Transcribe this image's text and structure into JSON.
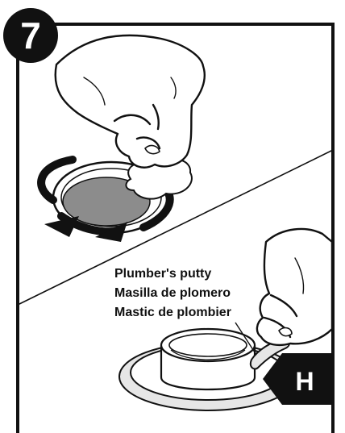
{
  "step": {
    "number": "7"
  },
  "callout": {
    "lines": [
      "Plumber's putty",
      "Masilla de plomero",
      "Mastic de plombier"
    ]
  },
  "part": {
    "letter": "H"
  },
  "colors": {
    "ink": "#111111",
    "paper": "#ffffff",
    "drain_fill": "#8c8c8c",
    "putty_fill": "#e6e6e6",
    "badge_fill": "#111111",
    "badge_text": "#ffffff"
  }
}
